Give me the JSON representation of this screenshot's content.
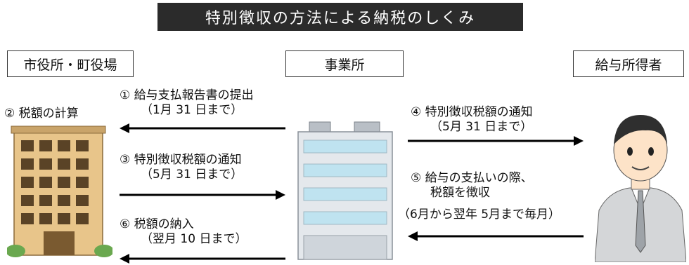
{
  "title": "特別徴収の方法による納税のしくみ",
  "entities": {
    "city_office": "市役所・町役場",
    "business": "事業所",
    "earner": "給与所得者"
  },
  "city_note": "② 税額の計算",
  "steps": {
    "s1": {
      "main": "① 給与支払報告書の提出",
      "sub": "（1月 31 日まで）"
    },
    "s3": {
      "main": "③ 特別徴収税額の通知",
      "sub": "（5月 31 日まで）"
    },
    "s6": {
      "main": "⑥ 税額の納入",
      "sub": "（翌月 10 日まで）"
    },
    "s4": {
      "main": "④ 特別徴収税額の通知",
      "sub": "（5月 31 日まで）"
    },
    "s5": {
      "line1": "⑤ 給与の支払いの際、",
      "line2": "税額を徴収",
      "line3": "（6月から翌年 5月まで毎月）"
    }
  },
  "icons": [
    "city-building-icon",
    "office-building-icon",
    "salaryman-icon"
  ]
}
